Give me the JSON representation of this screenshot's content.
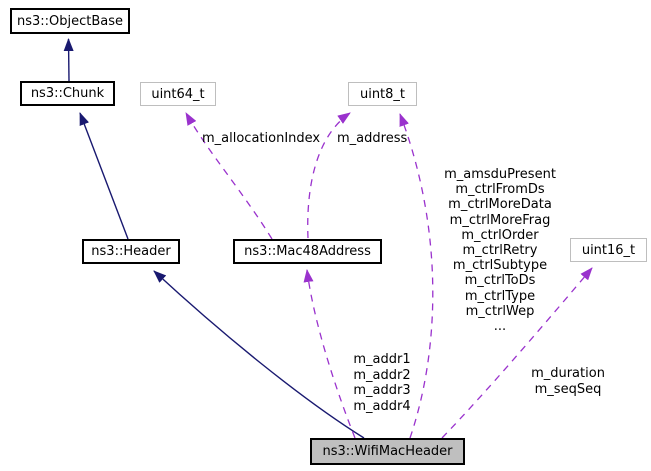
{
  "nodes": {
    "object_base": {
      "label": "ns3::ObjectBase"
    },
    "chunk": {
      "label": "ns3::Chunk"
    },
    "uint64": {
      "label": "uint64_t"
    },
    "uint8": {
      "label": "uint8_t"
    },
    "header": {
      "label": "ns3::Header"
    },
    "mac48": {
      "label": "ns3::Mac48Address"
    },
    "uint16": {
      "label": "uint16_t"
    },
    "wifi_mac_header": {
      "label": "ns3::WifiMacHeader"
    }
  },
  "edge_labels": {
    "allocation_index": "m_allocationIndex",
    "address": "m_address",
    "ctrl_fields": [
      "m_amsduPresent",
      "m_ctrlFromDs",
      "m_ctrlMoreData",
      "m_ctrlMoreFrag",
      "m_ctrlOrder",
      "m_ctrlRetry",
      "m_ctrlSubtype",
      "m_ctrlToDs",
      "m_ctrlType",
      "m_ctrlWep",
      "..."
    ],
    "addr_fields": [
      "m_addr1",
      "m_addr2",
      "m_addr3",
      "m_addr4"
    ],
    "duration_fields": [
      "m_duration",
      "m_seqSeq"
    ]
  },
  "colors": {
    "inheritance_edge": "#191970",
    "usage_edge": "#9a32cd",
    "class_node_border": "#000000",
    "plain_node_border": "#bebebe",
    "current_node_fill": "#bfbfbf",
    "node_fill": "#ffffff",
    "background": "#ffffff"
  }
}
